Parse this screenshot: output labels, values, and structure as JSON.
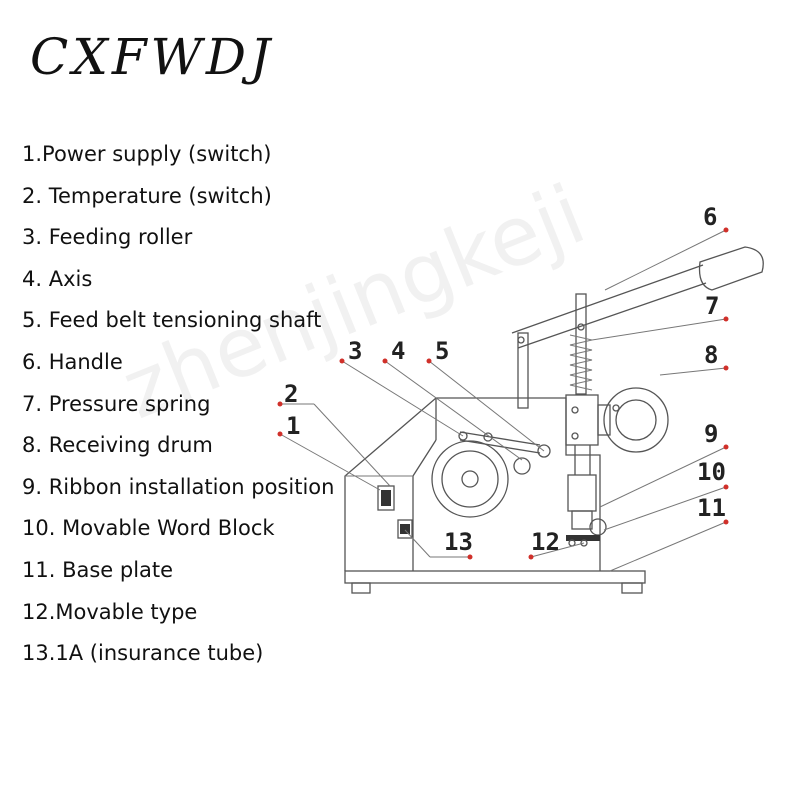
{
  "brand": "CXFWDJ",
  "watermark": "zhenjingkeji",
  "legend": [
    "1.Power supply (switch)",
    "2. Temperature (switch)",
    "3. Feeding roller",
    "4. Axis",
    "5. Feed belt tensioning shaft",
    "6. Handle",
    "7. Pressure spring",
    "8. Receiving drum",
    "9. Ribbon installation position",
    "10. Movable Word Block",
    "11. Base plate",
    "12.Movable type",
    "13.1A (insurance tube)"
  ],
  "callouts": [
    "1",
    "2",
    "3",
    "4",
    "5",
    "6",
    "7",
    "8",
    "9",
    "10",
    "11",
    "12",
    "13"
  ],
  "colors": {
    "callout_dot": "#d0302a",
    "line": "#555555"
  }
}
